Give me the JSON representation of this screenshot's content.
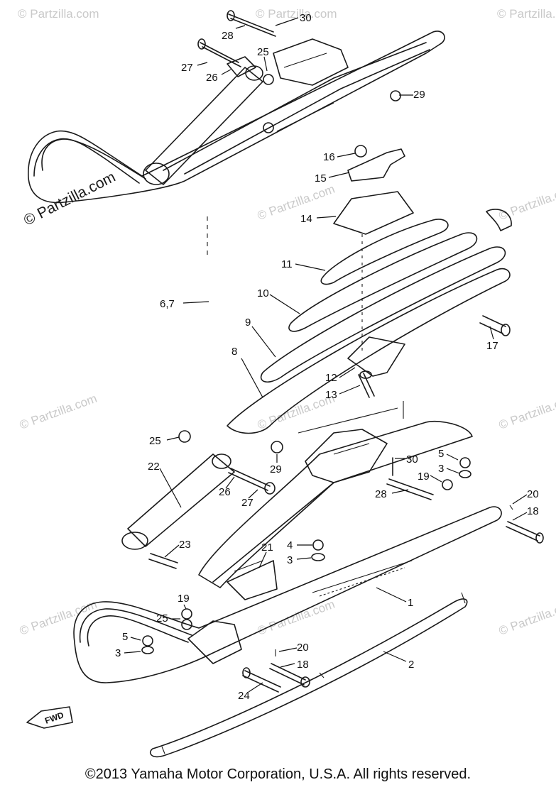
{
  "diagram": {
    "callouts": [
      {
        "id": "c30a",
        "text": "30"
      },
      {
        "id": "c28a",
        "text": "28"
      },
      {
        "id": "c27a",
        "text": "27"
      },
      {
        "id": "c25a",
        "text": "25"
      },
      {
        "id": "c26a",
        "text": "26"
      },
      {
        "id": "c29a",
        "text": "29"
      },
      {
        "id": "c16",
        "text": "16"
      },
      {
        "id": "c15",
        "text": "15"
      },
      {
        "id": "c14",
        "text": "14"
      },
      {
        "id": "c11",
        "text": "11"
      },
      {
        "id": "c10",
        "text": "10"
      },
      {
        "id": "c67",
        "text": "6,7"
      },
      {
        "id": "c9",
        "text": "9"
      },
      {
        "id": "c17",
        "text": "17"
      },
      {
        "id": "c8",
        "text": "8"
      },
      {
        "id": "c12",
        "text": "12"
      },
      {
        "id": "c13",
        "text": "13"
      },
      {
        "id": "c25b",
        "text": "25"
      },
      {
        "id": "c22",
        "text": "22"
      },
      {
        "id": "c29b",
        "text": "29"
      },
      {
        "id": "c26b",
        "text": "26"
      },
      {
        "id": "c27b",
        "text": "27"
      },
      {
        "id": "c30b",
        "text": "30"
      },
      {
        "id": "c5a",
        "text": "5"
      },
      {
        "id": "c3a",
        "text": "3"
      },
      {
        "id": "c19a",
        "text": "19"
      },
      {
        "id": "c28b",
        "text": "28"
      },
      {
        "id": "c20a",
        "text": "20"
      },
      {
        "id": "c18a",
        "text": "18"
      },
      {
        "id": "c23",
        "text": "23"
      },
      {
        "id": "c4",
        "text": "4"
      },
      {
        "id": "c3b",
        "text": "3"
      },
      {
        "id": "c21",
        "text": "21"
      },
      {
        "id": "c1",
        "text": "1"
      },
      {
        "id": "c19b",
        "text": "19"
      },
      {
        "id": "c25c",
        "text": "25"
      },
      {
        "id": "c5b",
        "text": "5"
      },
      {
        "id": "c3c",
        "text": "3"
      },
      {
        "id": "c20b",
        "text": "20"
      },
      {
        "id": "c18b",
        "text": "18"
      },
      {
        "id": "c2",
        "text": "2"
      },
      {
        "id": "c24",
        "text": "24"
      }
    ],
    "fwd_label": "FWD",
    "watermark": "© Partzilla.com",
    "watermark_strong": "© Partzilla.com"
  },
  "footer": {
    "copyright": "©2013  Yamaha Motor Corporation, U.S.A. All rights reserved."
  }
}
